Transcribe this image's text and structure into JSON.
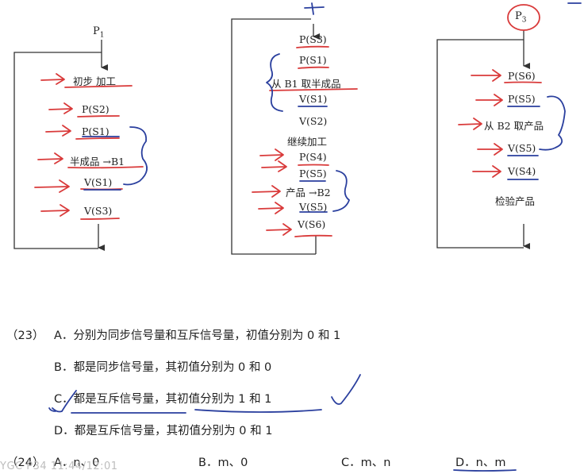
{
  "processes": {
    "p1": {
      "label": "P",
      "sub": "1",
      "steps": [
        "初步 加工",
        "P(S2)",
        "P(S1)",
        "半成品 →B1",
        "V(S1)",
        "V(S3)"
      ]
    },
    "p2": {
      "steps": [
        "P(S3)",
        "P(S1)",
        "从 B1 取半成品",
        "V(S1)",
        "V(S2)",
        "继续加工",
        "P(S4)",
        "P(S5)",
        "产品 →B2",
        "V(S5)",
        "V(S6)"
      ]
    },
    "p3": {
      "label": "P",
      "sub": "3",
      "steps": [
        "P(S6)",
        "P(S5)",
        "从 B2 取产品",
        "V(S5)",
        "V(S4)",
        "检验产品"
      ]
    }
  },
  "questions": {
    "q23": {
      "number": "（23）",
      "options": [
        {
          "letter": "A．",
          "text": "分别为同步信号量和互斥信号量，初值分别为 0 和 1"
        },
        {
          "letter": "B．",
          "text": "都是同步信号量，其初值分别为 0 和 0"
        },
        {
          "letter": "C．",
          "text": "都是互斥信号量，其初值分别为 1 和 1"
        },
        {
          "letter": "D．",
          "text": "都是互斥信号量，其初值分别为 0 和 1"
        }
      ]
    },
    "q24": {
      "number": "（24）",
      "options": [
        {
          "letter": "A．",
          "text": "n、0"
        },
        {
          "letter": "B．",
          "text": "m、0"
        },
        {
          "letter": "C．",
          "text": "m、n"
        },
        {
          "letter": "D．",
          "text": "n、m"
        }
      ]
    }
  },
  "watermark": "YGC P34 11:44/12:01",
  "colors": {
    "red_ink": "#d93a3a",
    "blue_ink": "#2a3f9e",
    "line": "#333333",
    "watermark": "#bdbdbd"
  }
}
